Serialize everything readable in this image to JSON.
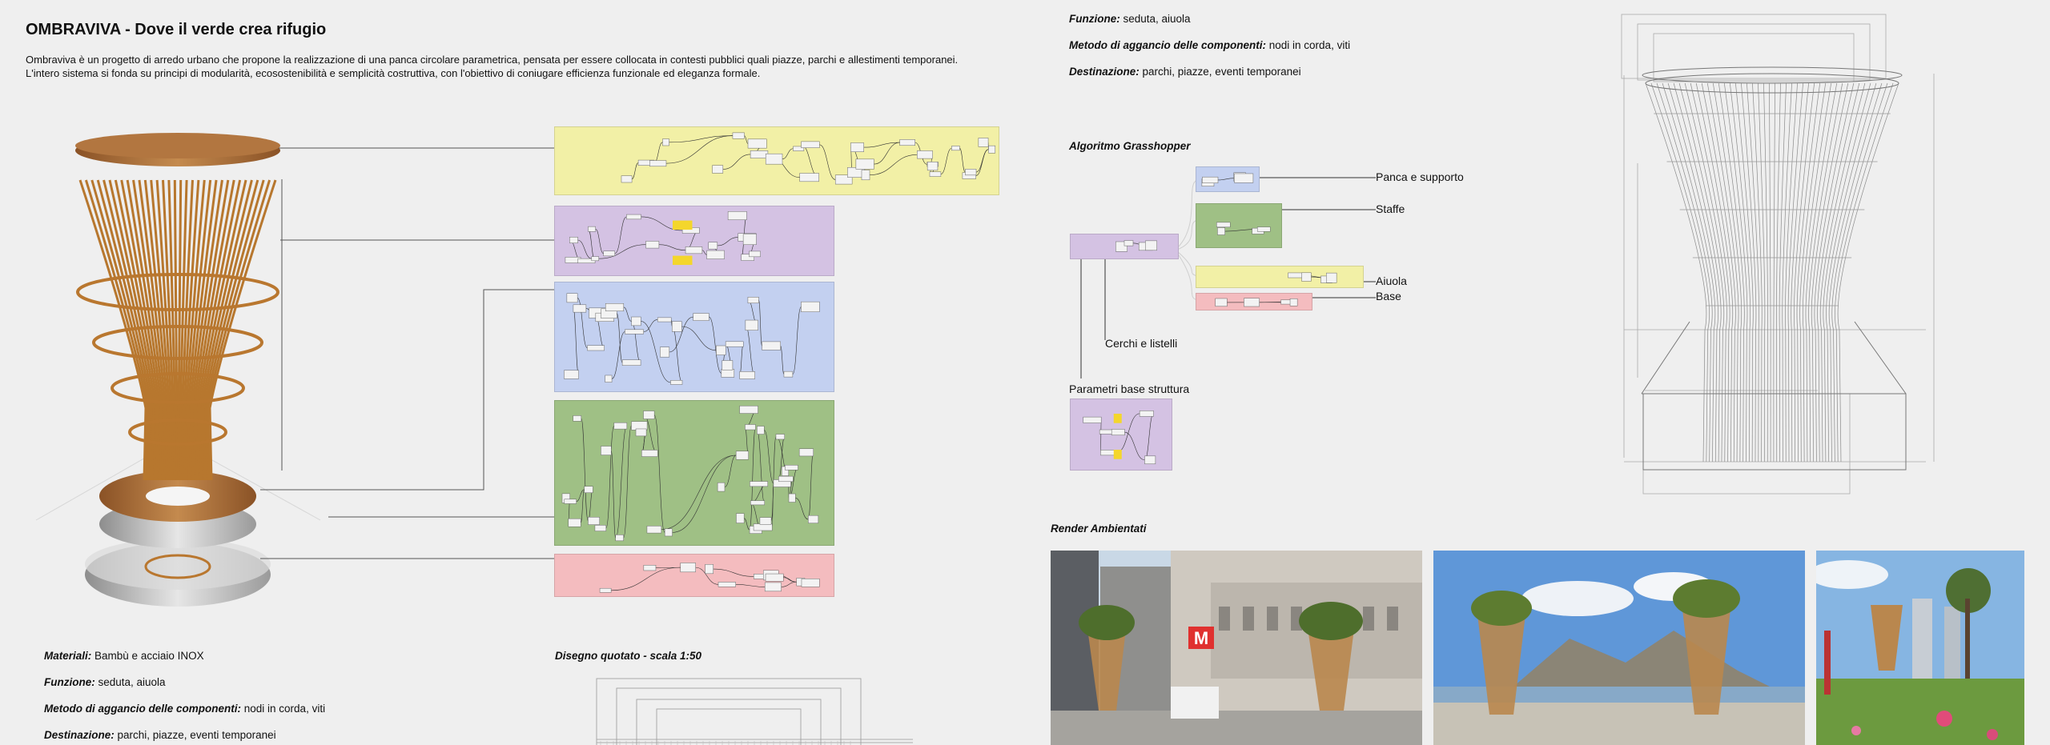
{
  "header": {
    "title": "OMBRAVIVA - Dove il verde crea rifugio",
    "intro": "Ombraviva è un progetto di arredo urbano che propone la realizzazione di una panca circolare parametrica, pensata per essere collocata in contesti pubblici quali piazze, parchi e allestimenti temporanei. L'intero sistema si fonda su principi di modularità, ecosostenibilità e semplicità costruttiva, con l'obiettivo di coniugare efficienza funzionale ed eleganza formale."
  },
  "specs_left": {
    "materiali_label": "Materiali:",
    "materiali_value": " Bambù e acciaio INOX",
    "funzione_label": "Funzione:",
    "funzione_value": " seduta, aiuola",
    "metodo_label": "Metodo di aggancio delle componenti:",
    "metodo_value": " nodi in corda, viti",
    "destinazione_label": "Destinazione:",
    "destinazione_value": " parchi, piazze, eventi temporanei"
  },
  "specs_right": {
    "funzione_label": "Funzione:",
    "funzione_value": " seduta, aiuola",
    "metodo_label": "Metodo di aggancio delle componenti:",
    "metodo_value": " nodi in corda, viti",
    "destinazione_label": "Destinazione:",
    "destinazione_value": " parchi, piazze, eventi temporanei"
  },
  "sections": {
    "disegno": "Disegno quotato - scala 1:50",
    "algoritmo": "Algoritmo Grasshopper",
    "render": "Render Ambientati"
  },
  "algorithm_labels": {
    "panca": "Panca e supporto",
    "staffe": "Staffe",
    "aiuola": "Aiuola",
    "base": "Base",
    "cerchi": "Cerchi e listelli",
    "parametri": "Parametri base struttura"
  },
  "colors": {
    "background": "#efefef",
    "yellow": "#f2f0a6",
    "purple": "#d4c2e3",
    "blue": "#c3d0f0",
    "green": "#9fc085",
    "pink": "#f4bcbf",
    "bamboo": "#c58a3e",
    "wood": "#a76a35"
  },
  "icons": {
    "metro": "M"
  }
}
